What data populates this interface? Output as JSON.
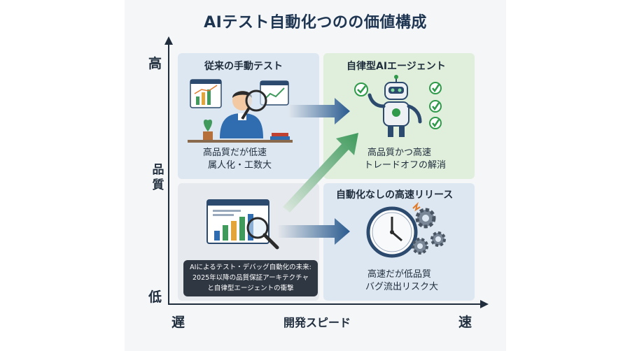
{
  "title": "AIテスト自動化つのの価値構成",
  "axes": {
    "y_label": "品質",
    "y_high": "高",
    "y_low": "低",
    "x_label": "開発スピード",
    "x_slow": "遅",
    "x_fast": "速"
  },
  "quadrants": {
    "top_left": {
      "title": "従来の手動テスト",
      "line1": "高品質だが低速",
      "line2": "属人化・工数大"
    },
    "top_right": {
      "title": "自律型AIエージェント",
      "line1": "高品質かつ高速",
      "line2": "トレードオフの解消"
    },
    "bottom_left": {
      "caption_line1": "AIによるテスト・デバッグ自動化の未来:",
      "caption_line2": "2025年以降の品質保証アーキテクチャ",
      "caption_line3": "と自律型エージェントの衝撃"
    },
    "bottom_right": {
      "title": "自動化なしの高速リリース",
      "line1": "高速だが低品質",
      "line2": "バグ流出リスク大"
    }
  },
  "colors": {
    "navy": "#1e3552",
    "blue_arrow": "#2a5b8f",
    "green_arrow": "#3f9a5c",
    "check_green": "#2e9a4a"
  },
  "icons": [
    "magnifier-icon",
    "robot-icon",
    "clock-icon",
    "gear-icon",
    "chart-window-icon",
    "check-icon",
    "plant-icon",
    "books-icon"
  ]
}
